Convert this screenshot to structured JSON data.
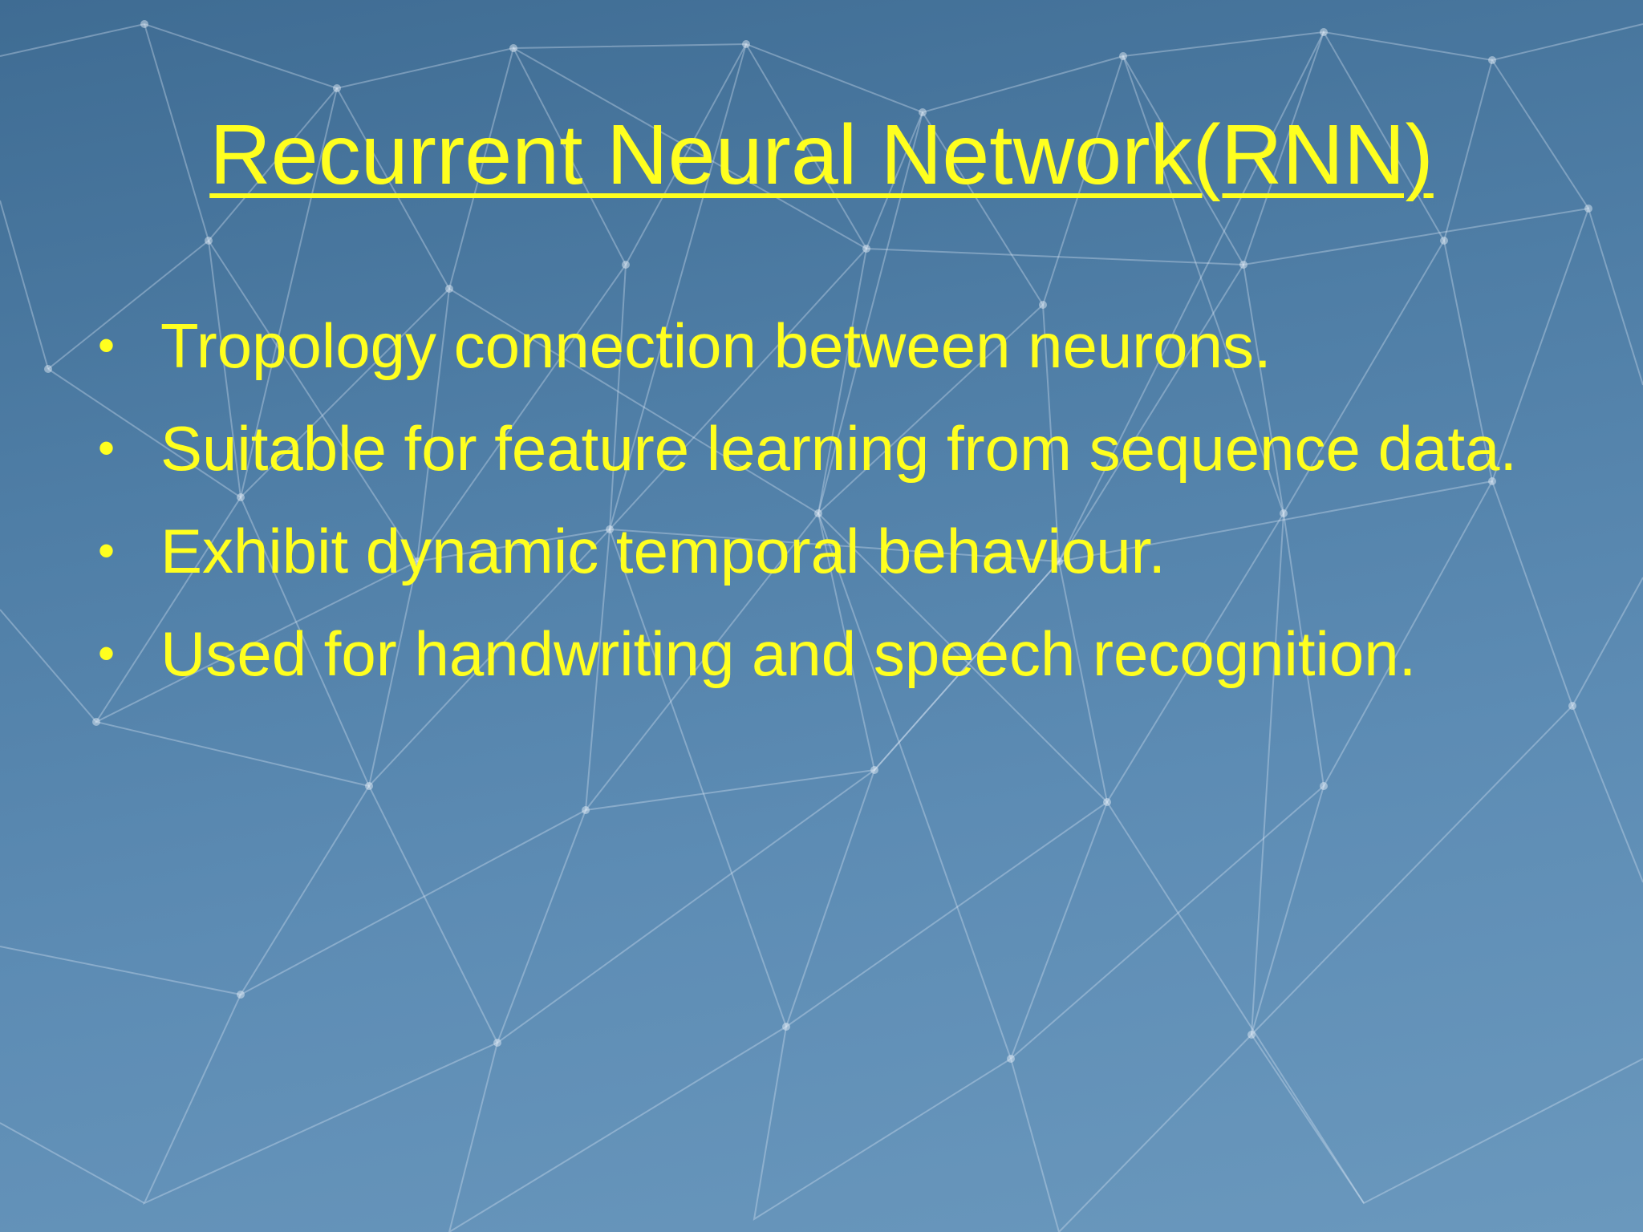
{
  "slide": {
    "title": "Recurrent Neural Network(RNN)",
    "bullets": [
      {
        "text": "Tropology connection between neurons."
      },
      {
        "text": "Suitable for feature learning from sequence data."
      },
      {
        "text": "Exhibit dynamic temporal behaviour."
      },
      {
        "text": "Used for handwriting and speech recognition."
      }
    ],
    "bullet_glyph": "•"
  },
  "colors": {
    "text": "#ffff1f",
    "background_top": "#3f6c93",
    "background_bottom": "#6a98bd",
    "network_lines": "#dce9f5"
  }
}
